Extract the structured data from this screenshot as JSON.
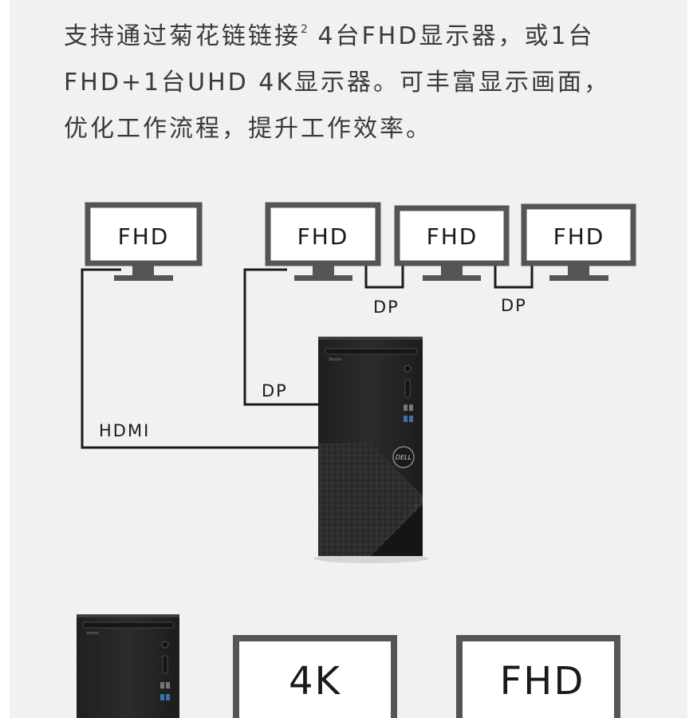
{
  "intro": {
    "lines": [
      {
        "text": "支持通过菊花链链接",
        "sup": "2",
        "tail": " 4台FHD显示器，或1台"
      },
      {
        "text": "FHD+1台UHD 4K显示器。可丰富显示画面，",
        "sup": "",
        "tail": ""
      },
      {
        "text": "优化工作流程，提升工作效率。",
        "sup": "",
        "tail": ""
      }
    ]
  },
  "diagram_top": {
    "monitors": [
      "FHD",
      "FHD",
      "FHD",
      "FHD"
    ],
    "cables": {
      "hdmi": "HDMI",
      "dp_main": "DP",
      "dp_chain_1": "DP",
      "dp_chain_2": "DP"
    },
    "tower_brand": "Vostro"
  },
  "diagram_bottom": {
    "monitors": [
      "4K",
      "FHD"
    ],
    "tower_brand": "Vostro"
  }
}
